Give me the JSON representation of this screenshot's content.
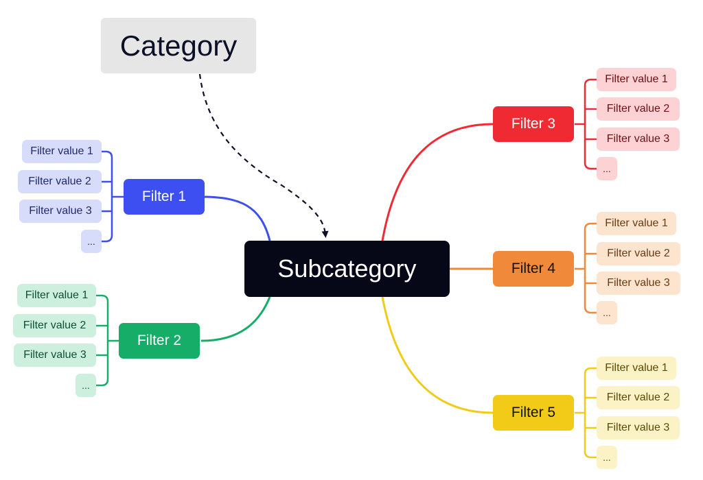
{
  "diagram": {
    "category": {
      "label": "Category"
    },
    "subcategory": {
      "label": "Subcategory"
    },
    "filters": [
      {
        "label": "Filter 1",
        "color": "#3d4ff0",
        "values": [
          "Filter value 1",
          "Filter value 2",
          "Filter value 3",
          "..."
        ]
      },
      {
        "label": "Filter 2",
        "color": "#16ad69",
        "values": [
          "Filter value 1",
          "Filter value 2",
          "Filter value 3",
          "..."
        ]
      },
      {
        "label": "Filter 3",
        "color": "#f02a32",
        "values": [
          "Filter value 1",
          "Filter value 2",
          "Filter value 3",
          "..."
        ]
      },
      {
        "label": "Filter 4",
        "color": "#f08a3a",
        "values": [
          "Filter value 1",
          "Filter value 2",
          "Filter value 3",
          "..."
        ]
      },
      {
        "label": "Filter 5",
        "color": "#f1cb17",
        "values": [
          "Filter value 1",
          "Filter value 2",
          "Filter value 3",
          "..."
        ]
      }
    ],
    "dashed_arrow_color": "#0c1026"
  }
}
